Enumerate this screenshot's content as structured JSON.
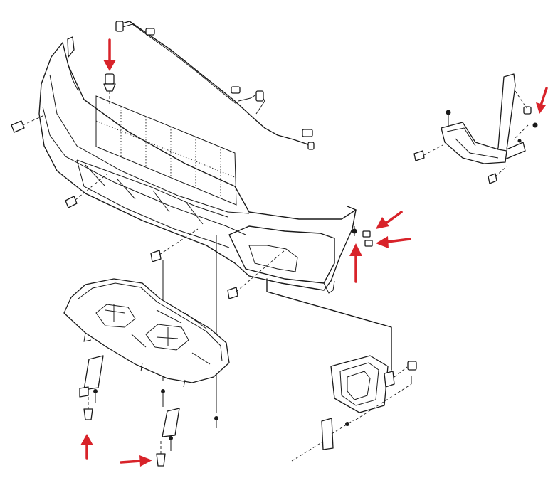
{
  "diagram": {
    "colors": {
      "line": "#1a1a1a",
      "arrow": "#d8232a",
      "background": "#ffffff"
    },
    "arrows": [
      {
        "name": "arrow-top-clip",
        "dir": "down"
      },
      {
        "name": "arrow-bracket-bolt",
        "dir": "down-left"
      },
      {
        "name": "arrow-bumper-bolt-upper",
        "dir": "down-left"
      },
      {
        "name": "arrow-bumper-bolt-lower",
        "dir": "left"
      },
      {
        "name": "arrow-bumper-bolt-up",
        "dir": "up"
      },
      {
        "name": "arrow-left-clip",
        "dir": "up"
      },
      {
        "name": "arrow-bottom-clip",
        "dir": "right"
      }
    ]
  }
}
